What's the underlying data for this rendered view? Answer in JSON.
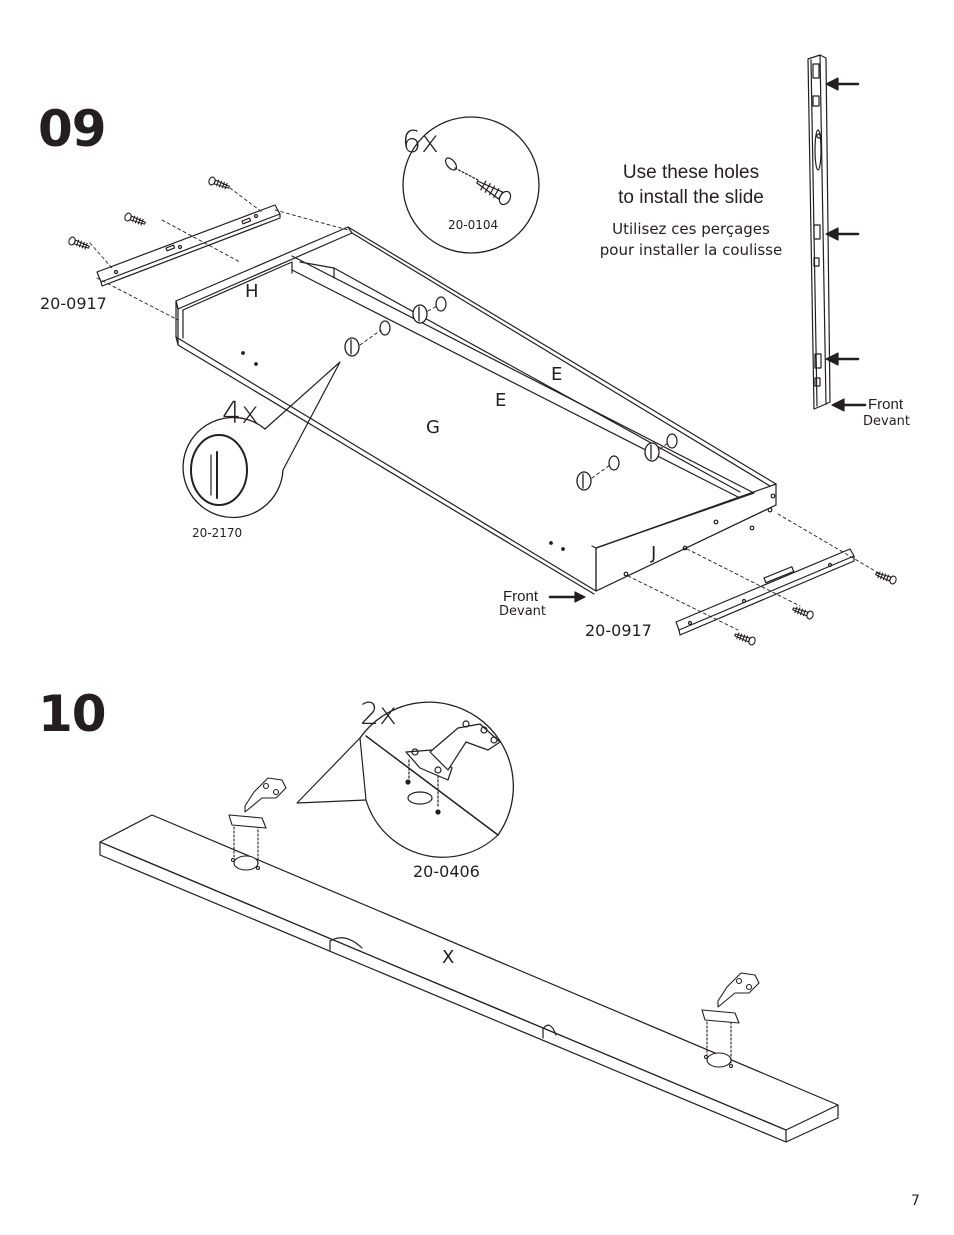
{
  "page_number": "7",
  "step09": {
    "number": "09",
    "slide_part_left": "20-0917",
    "slide_part_right": "20-0917",
    "screw_qty": "6x",
    "screw_part": "20-0104",
    "cam_qty": "4x",
    "cam_part": "20-2170",
    "panel_h": "H",
    "panel_e1": "E",
    "panel_e2": "E",
    "panel_g": "G",
    "panel_j": "J",
    "front_en": "Front",
    "front_fr": "Devant",
    "note_en": [
      "Use these holes",
      "to install the slide"
    ],
    "note_fr": [
      "Utilisez ces perçages",
      "pour installer la coulisse"
    ],
    "side_front_en": "Front",
    "side_front_fr": "Devant"
  },
  "step10": {
    "number": "10",
    "hinge_qty": "2x",
    "hinge_part": "20-0406",
    "panel_x": "X"
  }
}
